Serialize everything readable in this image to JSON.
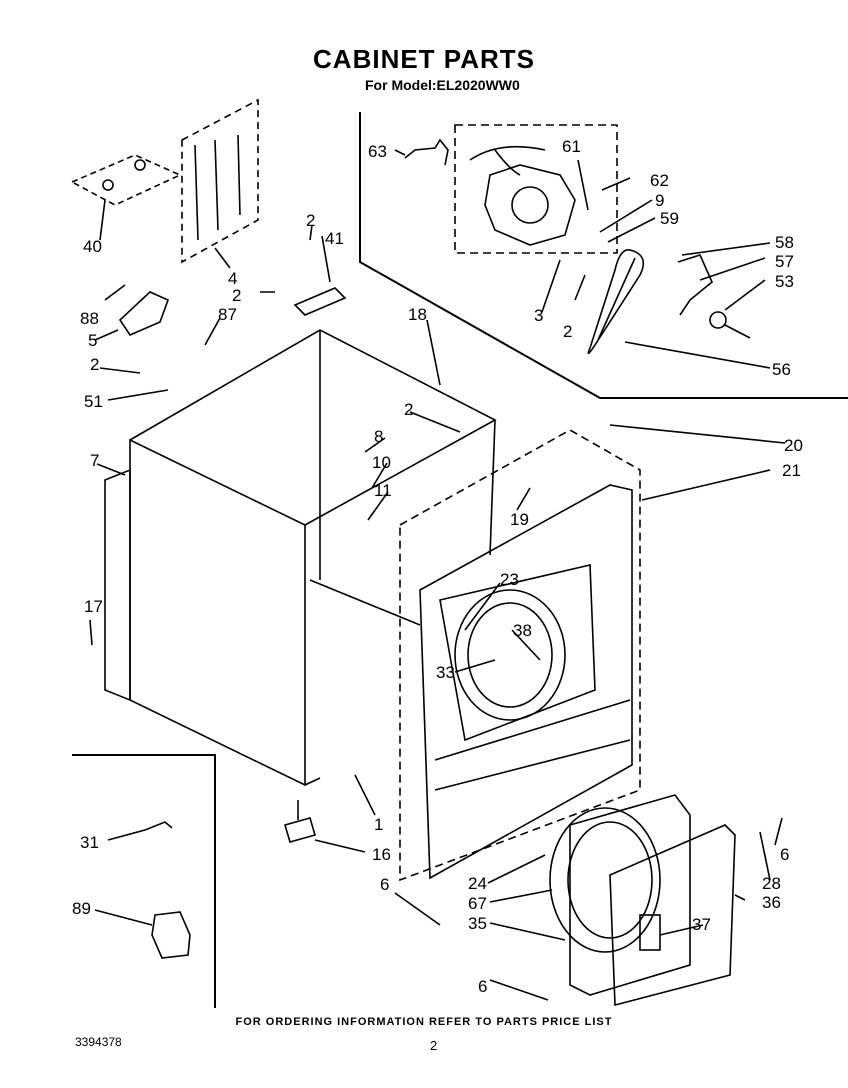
{
  "title": "CABINET PARTS",
  "subtitle": "For Model:EL2020WW0",
  "footer_note": "FOR ORDERING INFORMATION REFER TO PARTS PRICE LIST",
  "document_number": "3394378",
  "page_number": "2",
  "callouts": {
    "p63": "63",
    "p61": "61",
    "p62": "62",
    "p9": "9",
    "p59": "59",
    "p58": "58",
    "p57": "57",
    "p53": "53",
    "p56": "56",
    "p3": "3",
    "p2_motor": "2",
    "p40": "40",
    "p4": "4",
    "p2_top": "2",
    "p41": "41",
    "p2_bracket": "2",
    "p88": "88",
    "p87": "87",
    "p5": "5",
    "p18": "18",
    "p2_left": "2",
    "p51": "51",
    "p2_right": "2",
    "p8": "8",
    "p10": "10",
    "p11": "11",
    "p7": "7",
    "p20": "20",
    "p21": "21",
    "p19": "19",
    "p23": "23",
    "p38": "38",
    "p33": "33",
    "p17": "17",
    "p1": "1",
    "p16": "16",
    "p6_door": "6",
    "p28": "28",
    "p36": "36",
    "p37": "37",
    "p6_base": "6",
    "p24": "24",
    "p67": "67",
    "p35": "35",
    "p6_bottom": "6",
    "p31": "31",
    "p89": "89"
  }
}
